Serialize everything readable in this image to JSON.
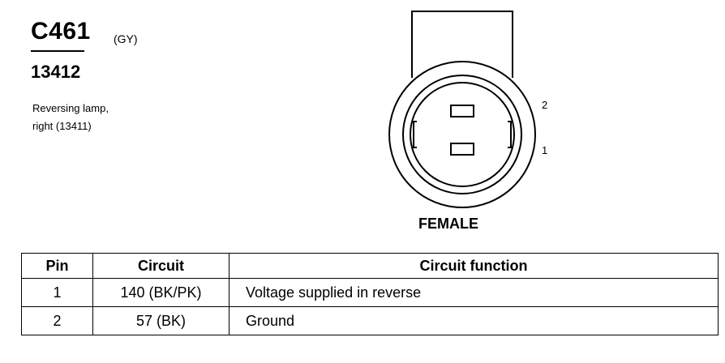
{
  "connector": {
    "id": "C461",
    "color_code": "(GY)",
    "part_number": "13412",
    "description_line1": "Reversing lamp,",
    "description_line2": "right (13411)"
  },
  "diagram": {
    "pin_labels": [
      "2",
      "1"
    ],
    "gender": "FEMALE"
  },
  "table": {
    "headers": {
      "pin": "Pin",
      "circuit": "Circuit",
      "function": "Circuit function"
    },
    "rows": [
      {
        "pin": "1",
        "circuit": "140 (BK/PK)",
        "function": "Voltage supplied in reverse"
      },
      {
        "pin": "2",
        "circuit": "57 (BK)",
        "function": "Ground"
      }
    ]
  }
}
